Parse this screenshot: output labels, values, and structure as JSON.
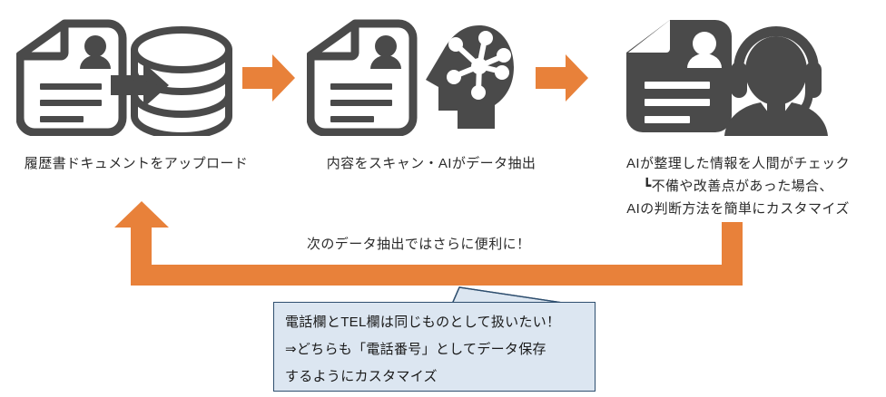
{
  "colors": {
    "orange": "#E8813A",
    "icon_gray": "#4A4A4A",
    "callout_fill": "#DCE6F1",
    "callout_border": "#2F4F6F",
    "text": "#2b2b2b"
  },
  "steps": [
    {
      "id": "upload",
      "icons": [
        "resume-document-icon",
        "database-icon",
        "ingest-arrow-icon"
      ],
      "label_lines": [
        "履歴書ドキュメントをアップロード"
      ]
    },
    {
      "id": "scan",
      "icons": [
        "resume-document-icon",
        "ai-brain-head-icon"
      ],
      "label_lines": [
        "内容をスキャン・AIがデータ抽出"
      ]
    },
    {
      "id": "human-check",
      "icons": [
        "resume-document-filled-icon",
        "support-agent-headset-icon"
      ],
      "label_lines": [
        "AIが整理した情報を人間がチェック",
        "┗不備や改善点があった場合、",
        "AIの判断方法を簡単にカスタマイズ"
      ]
    }
  ],
  "flow_arrows": [
    {
      "name": "flow-arrow-1",
      "from": "upload",
      "to": "scan"
    },
    {
      "name": "flow-arrow-2",
      "from": "scan",
      "to": "human-check"
    }
  ],
  "feedback_loop": {
    "label": "次のデータ抽出ではさらに便利に！",
    "direction": "right-to-left",
    "head": "up"
  },
  "callout": {
    "lines": [
      "電話欄とTEL欄は同じものとして扱いたい！",
      "⇒どちらも「電話番号」としてデータ保存",
      "するようにカスタマイズ"
    ]
  }
}
